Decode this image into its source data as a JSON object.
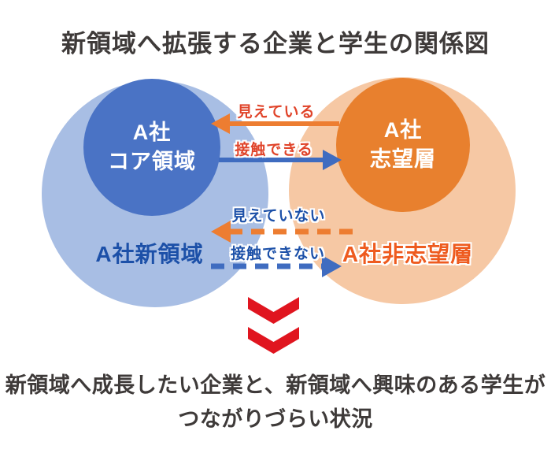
{
  "title": "新領域へ拡張する企業と学生の関係図",
  "diagram": {
    "left_group": {
      "inner_circle_line1": "A社",
      "inner_circle_line2": "コア領域",
      "outer_label": "A社新領域"
    },
    "right_group": {
      "inner_circle_line1": "A社",
      "inner_circle_line2": "志望層",
      "outer_label": "A社非志望層"
    },
    "arrows": [
      {
        "label": "見えている",
        "style": "solid",
        "direction": "left",
        "from": "A社志望層",
        "to": "A社コア領域"
      },
      {
        "label": "接触できる",
        "style": "solid",
        "direction": "right",
        "from": "A社コア領域",
        "to": "A社志望層"
      },
      {
        "label": "見えていない",
        "style": "dashed",
        "direction": "left",
        "from": "A社非志望層",
        "to": "A社新領域"
      },
      {
        "label": "接触できない",
        "style": "dashed",
        "direction": "right",
        "from": "A社新領域",
        "to": "A社非志望層"
      }
    ]
  },
  "conclusion": {
    "line1": "新領域へ成長したい企業と、新領域へ興味のある学生が",
    "line2": "つながりづらい状況"
  },
  "colors": {
    "title-text": "#3e3a39",
    "body-text": "#3e3a39",
    "light-blue": "#a8bee4",
    "dark-blue": "#4a73c5",
    "light-orange": "#f6c8a4",
    "dark-orange": "#e8802e",
    "blue-label": "#1c50a8",
    "orange-label": "#ee5b1f",
    "red-label": "#e0442a",
    "arrow-orange": "#ed7d31",
    "arrow-blue": "#3f6cc0",
    "chevron-red": "#e0151f"
  }
}
